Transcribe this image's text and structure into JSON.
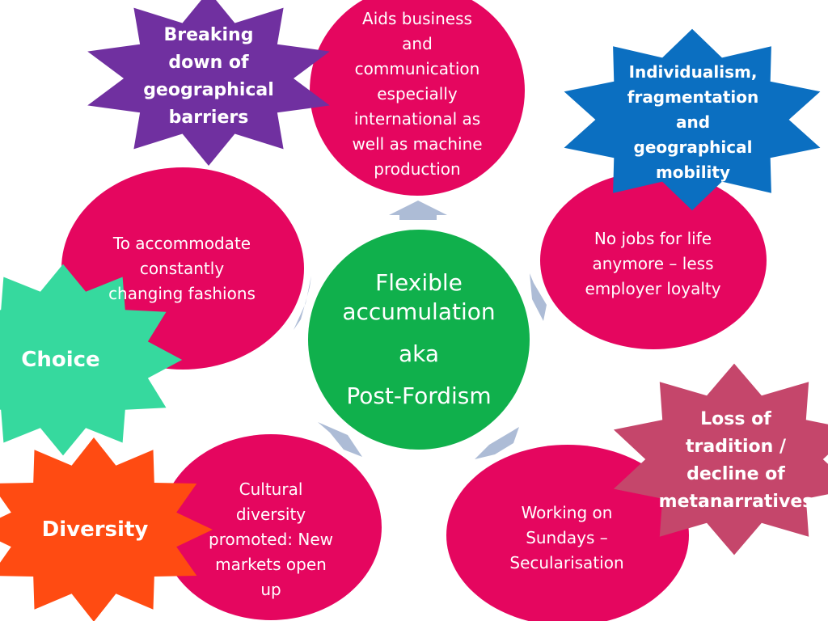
{
  "colors": {
    "pink": "#e5065f",
    "green": "#10b04c",
    "arrow": "#adbcd6",
    "purple": "#7030a0",
    "blue": "#0b6fc1",
    "rose": "#c5466b",
    "mint": "#36d99e",
    "orange": "#ff4b12",
    "pink_text": "#ffffff"
  },
  "center": {
    "line1": "Flexible",
    "line2": "accumulation",
    "line3": "aka",
    "line4": "Post-Fordism"
  },
  "circles": {
    "top": "Aids business\nand\ncommunication\nespecially\ninternational as\nwell as machine\nproduction",
    "left": "To accommodate\nconstantly\nchanging fashions",
    "right": "No jobs for life\nanymore – less\nemployer loyalty",
    "bottom_left": "Cultural\ndiversity\npromoted:  New\nmarkets open\nup",
    "bottom_right": "Working on\nSundays –\nSecularisation"
  },
  "stars": {
    "breaking": "Breaking\ndown of\ngeographical\nbarriers",
    "individualism": "Individualism,\nfragmentation\nand\ngeographical\nmobility",
    "loss": "Loss of\ntradition /\ndecline of\nmetanarratives",
    "choice": "Choice",
    "diversity": "Diversity"
  }
}
